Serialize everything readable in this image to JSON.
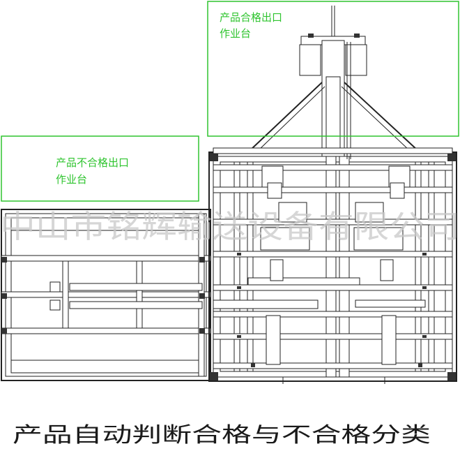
{
  "zones": [
    {
      "id": "pass",
      "line1": "产品合格出口",
      "line2": "作业台",
      "color": "#2fc42f"
    },
    {
      "id": "fail",
      "line1": "产品不合格出口",
      "line2": "作业台",
      "color": "#2fc42f"
    }
  ],
  "watermark": "中山市铭辉输送设备有限公司",
  "caption": "产品自动判断合格与不合格分类"
}
